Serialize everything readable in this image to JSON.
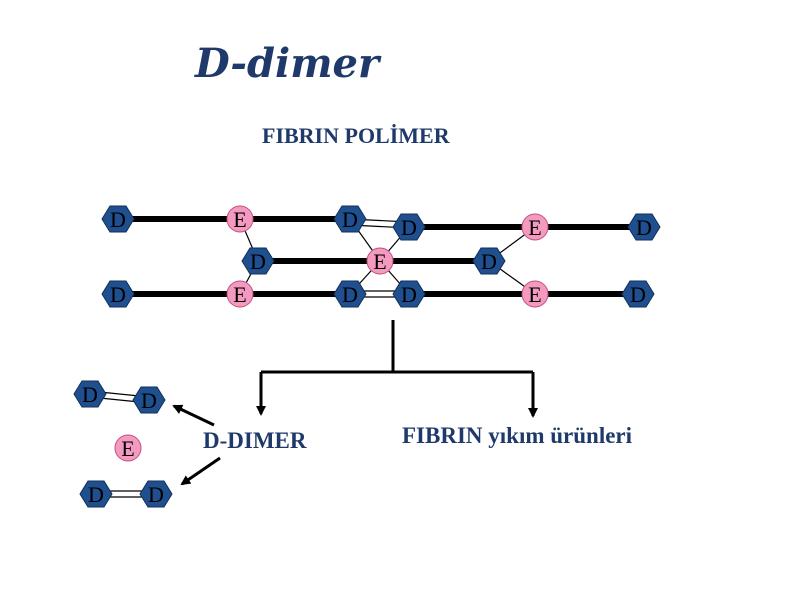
{
  "title": "D-dimer",
  "polymer_label": "FIBRIN POLİMER",
  "ddimer_label": "D-DIMER",
  "products_label": "FIBRIN yıkım ürünleri",
  "node_letters": {
    "d": "D",
    "e": "E"
  },
  "colors": {
    "text": "#1f3a6a",
    "d_fill": "#1f4f8f",
    "d_stroke": "#123057",
    "e_fill": "#f49ac1",
    "e_stroke": "#c0507f",
    "line": "#000000"
  }
}
